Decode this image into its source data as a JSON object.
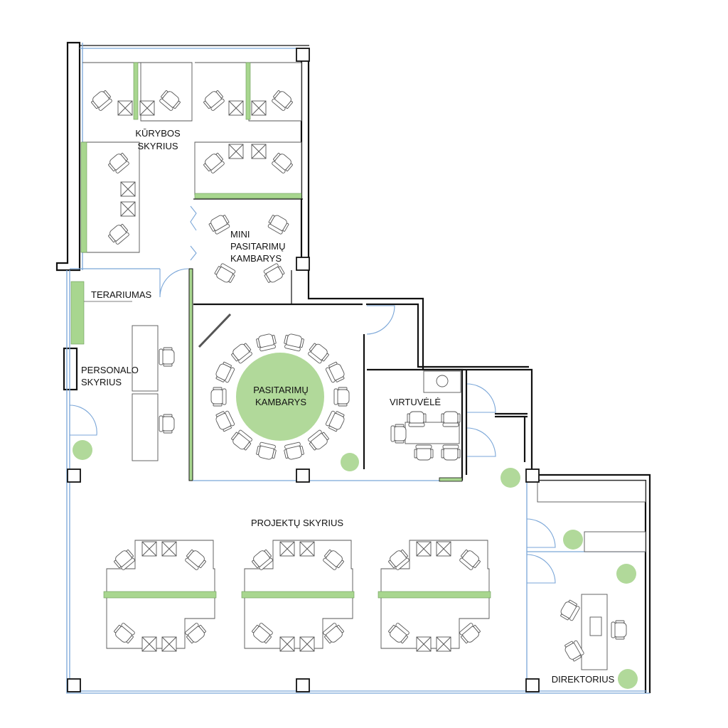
{
  "rooms": {
    "kurybos": {
      "line1": "KŪRYBOS",
      "line2": "SKYRIUS"
    },
    "mini": {
      "line1": "MINI",
      "line2": "PASITARIMŲ",
      "line3": "KAMBARYS"
    },
    "terariumas": {
      "label": "TERARIUMAS"
    },
    "personalo": {
      "line1": "PERSONALO",
      "line2": "SKYRIUS"
    },
    "pasitarimu": {
      "line1": "PASITARIMŲ",
      "line2": "KAMBARYS"
    },
    "virtuvele": {
      "label": "VIRTUVĖLĖ"
    },
    "projektu": {
      "label": "PROJEKTŲ  SKYRIUS"
    },
    "direktorius": {
      "label": "DIREKTORIUS"
    }
  },
  "colors": {
    "wall": "#111111",
    "glass": "#7aa6d8",
    "plant": "#b1d99a",
    "partition": "#a8d68f",
    "furniture": "#555555"
  }
}
